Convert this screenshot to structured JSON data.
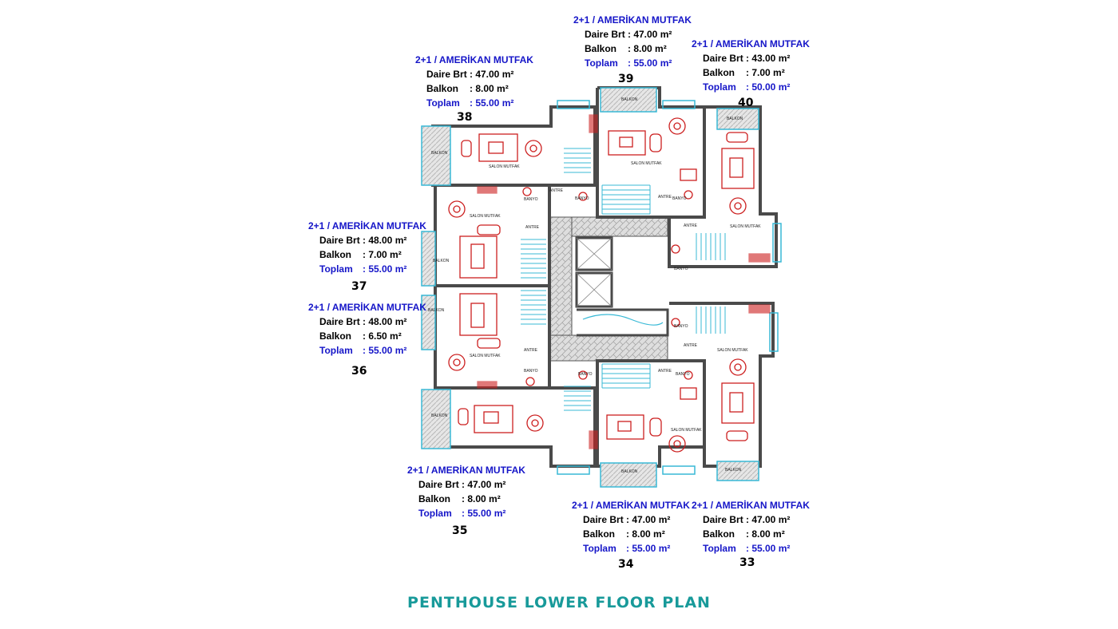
{
  "title": "PENTHOUSE LOWER FLOOR PLAN",
  "colors": {
    "wall": "#4a4a4a",
    "furniture": "#cc1f1f",
    "glass": "#38b9d6",
    "label_blue": "#1515c8",
    "title": "#189a9a"
  },
  "labels": {
    "type": "2+1 / AMERİKAN MUTFAK",
    "daire": "Daire Brt",
    "balkon": "Balkon",
    "toplam": "Toplam"
  },
  "apartments": [
    {
      "id": "39",
      "daire": ": 47.00 m²",
      "balkon": ":  8.00 m²",
      "toplam": ": 55.00 m²"
    },
    {
      "id": "40",
      "daire": ": 43.00 m²",
      "balkon": ":  7.00 m²",
      "toplam": ": 50.00 m²"
    },
    {
      "id": "38",
      "daire": ": 47.00 m²",
      "balkon": ":  8.00 m²",
      "toplam": ": 55.00 m²"
    },
    {
      "id": "37",
      "daire": ": 48.00 m²",
      "balkon": ":  7.00 m²",
      "toplam": ": 55.00 m²"
    },
    {
      "id": "36",
      "daire": ": 48.00 m²",
      "balkon": ":  6.50 m²",
      "toplam": ": 55.00 m²"
    },
    {
      "id": "35",
      "daire": ": 47.00 m²",
      "balkon": ":  8.00 m²",
      "toplam": ": 55.00 m²"
    },
    {
      "id": "34",
      "daire": ": 47.00 m²",
      "balkon": ":  8.00 m²",
      "toplam": ": 55.00 m²"
    },
    {
      "id": "33",
      "daire": ": 47.00 m²",
      "balkon": ":  8.00 m²",
      "toplam": ": 55.00 m²"
    }
  ],
  "room_labels": {
    "balkon": "BALKON",
    "salon": "SALON MUTFAK",
    "banyo": "BANYO",
    "antre": "ANTRE"
  }
}
